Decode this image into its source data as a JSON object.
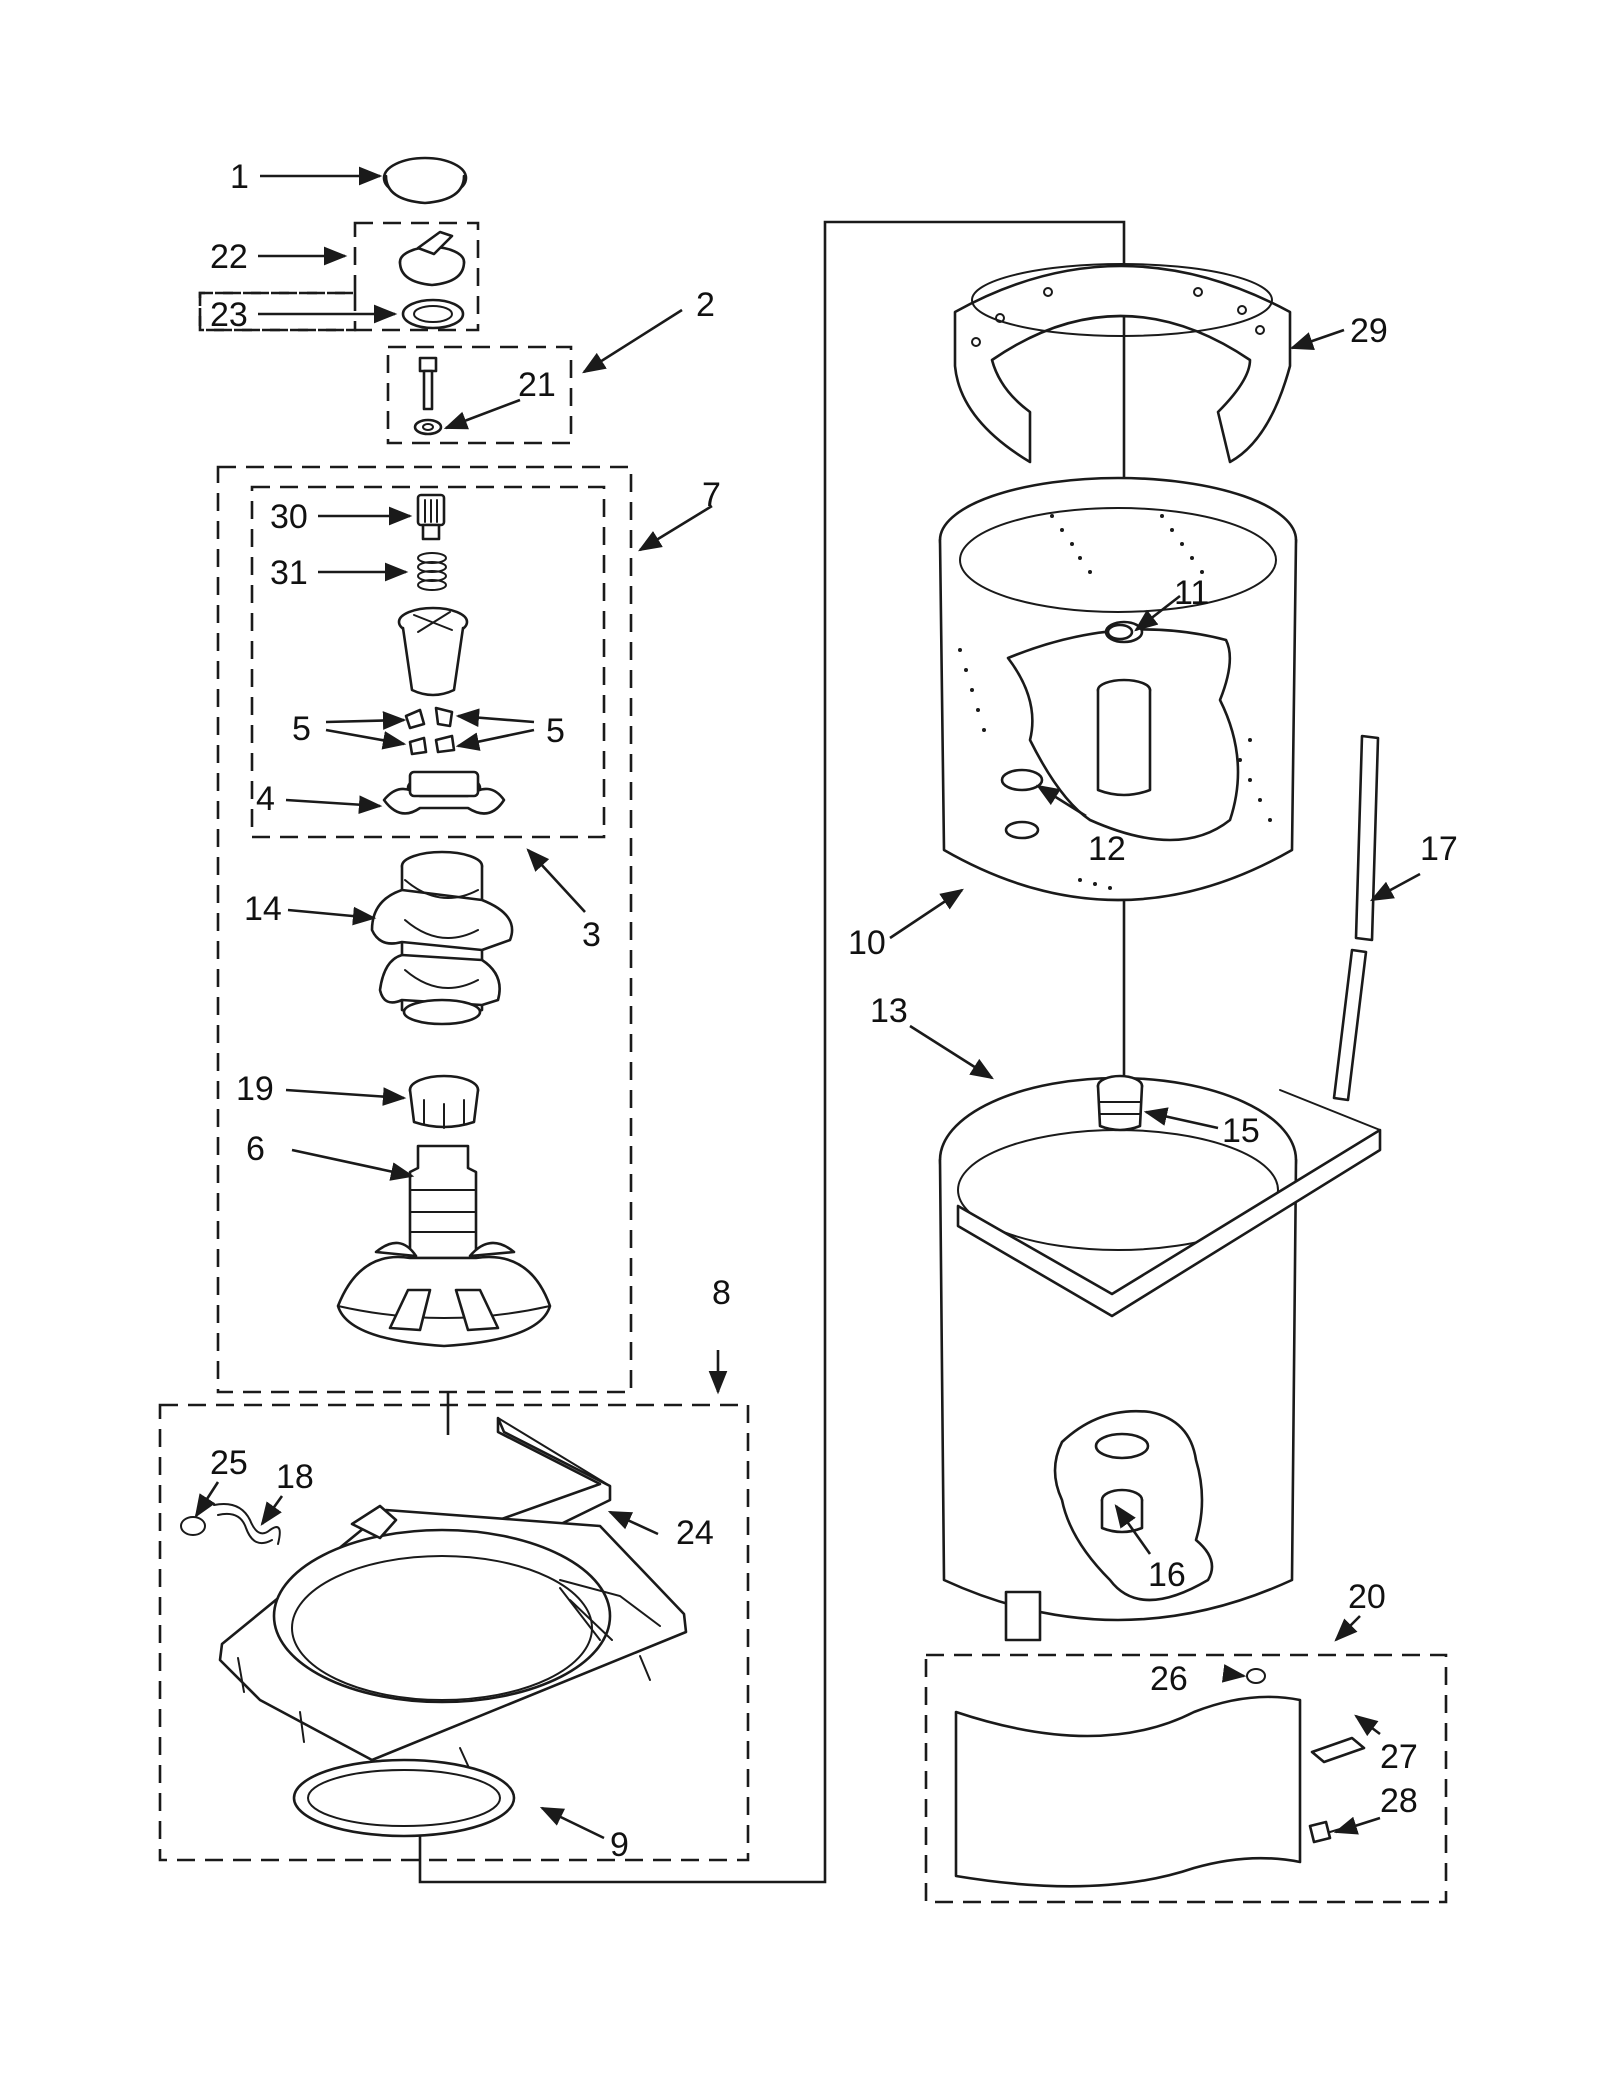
{
  "callouts": {
    "c1": "1",
    "c2": "2",
    "c3": "3",
    "c4": "4",
    "c5a": "5",
    "c5b": "5",
    "c6": "6",
    "c7": "7",
    "c8": "8",
    "c9": "9",
    "c10": "10",
    "c11": "11",
    "c12": "12",
    "c13": "13",
    "c14": "14",
    "c15": "15",
    "c16": "16",
    "c17": "17",
    "c18": "18",
    "c19": "19",
    "c20": "20",
    "c21": "21",
    "c22": "22",
    "c23": "23",
    "c24": "24",
    "c25": "25",
    "c26": "26",
    "c27": "27",
    "c28": "28",
    "c29": "29",
    "c30": "30",
    "c31": "31"
  },
  "colors": {
    "ink": "#1a1a1a",
    "background": "#ffffff"
  }
}
